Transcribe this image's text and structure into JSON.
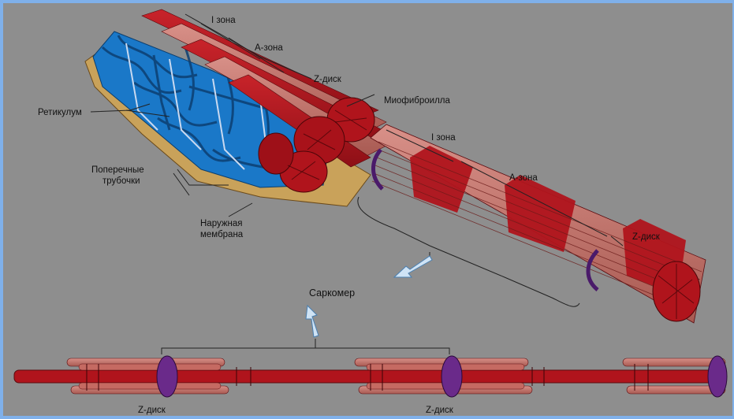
{
  "labels": {
    "i_zone_top": "I зона",
    "a_zone_top": "А-зона",
    "z_disc_top": "Z-диск",
    "myofibril": "Миофиброилла",
    "reticulum": "Ретикулум",
    "transverse_tubules_1": "Поперечные",
    "transverse_tubules_2": "трубочки",
    "outer_membrane_1": "Наружная",
    "outer_membrane_2": "мембрана",
    "i_zone_mid": "I зона",
    "a_zone_mid": "А-зона",
    "z_disc_mid": "Z-диск",
    "sarcomere": "Саркомер",
    "z_disc_bottom_left": "Z-диск",
    "z_disc_bottom_right": "Z-диск"
  },
  "colors": {
    "background": "#8e8e8e",
    "frame": "#7fb0ea",
    "myofibril_red": "#b0141c",
    "myofibril_pink": "#c97a72",
    "reticulum_blue": "#1a78c8",
    "membrane_tan": "#c9a25a",
    "z_disc_purple": "#4a1a6a"
  }
}
